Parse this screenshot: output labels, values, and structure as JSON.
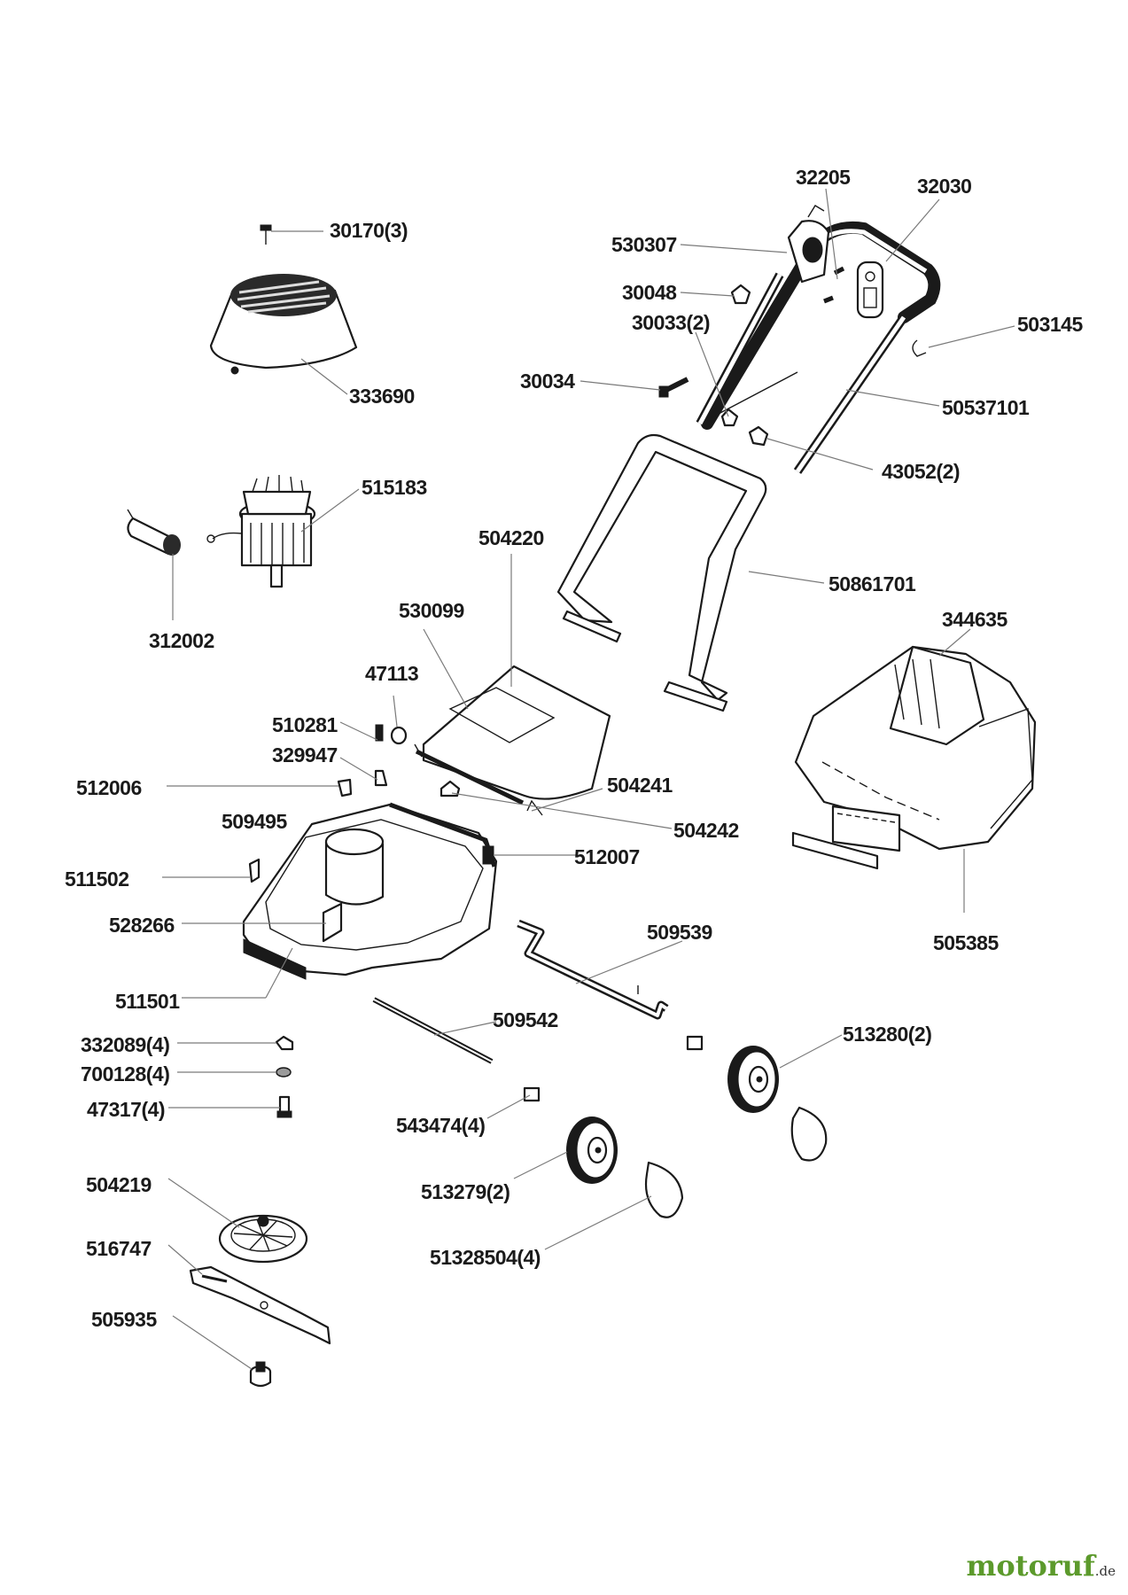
{
  "labels": {
    "p30170": "30170(3)",
    "p333690": "333690",
    "p515183": "515183",
    "p312002": "312002",
    "p32205": "32205",
    "p32030": "32030",
    "p530307": "530307",
    "p30048": "30048",
    "p30033": "30033(2)",
    "p503145": "503145",
    "p30034": "30034",
    "p50537101": "50537101",
    "p43052": "43052(2)",
    "p504220": "504220",
    "p50861701": "50861701",
    "p530099": "530099",
    "p344635": "344635",
    "p47113": "47113",
    "p510281": "510281",
    "p329947": "329947",
    "p512006": "512006",
    "p504241": "504241",
    "p509495": "509495",
    "p504242": "504242",
    "p512007": "512007",
    "p511502": "511502",
    "p528266": "528266",
    "p509539": "509539",
    "p505385": "505385",
    "p511501": "511501",
    "p509542": "509542",
    "p332089": "332089(4)",
    "p700128": "700128(4)",
    "p513280": "513280(2)",
    "p47317": "47317(4)",
    "p543474": "543474(4)",
    "p504219": "504219",
    "p513279": "513279(2)",
    "p516747": "516747",
    "p51328504": "51328504(4)",
    "p505935": "505935"
  },
  "watermark": {
    "brand": "motoruf",
    "suffix": ".de"
  }
}
